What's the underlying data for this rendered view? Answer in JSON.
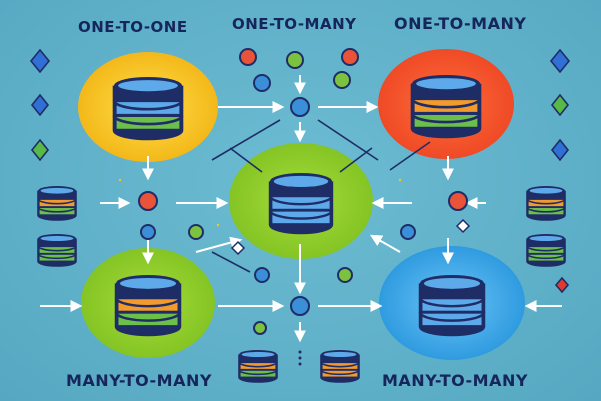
{
  "labels": {
    "top_left": "ONE-TO-ONE",
    "top_center": "ONE-TO-MANY",
    "top_right": "ONE-TO-MANY",
    "bottom_left": "MANY-TO-MANY",
    "bottom_right": "MANY-TO-MANY"
  },
  "colors": {
    "background": "#5fb0c9",
    "hub_yellow": "#f7c51e",
    "hub_orange": "#f4572c",
    "hub_green": "#8fcc2a",
    "hub_blue": "#3aa6e4",
    "db_navy": "#1f2d66",
    "db_blue": "#5da9e9",
    "db_orange": "#f39a2c",
    "db_green": "#6cc04a",
    "node_red": "#e8533a",
    "node_green": "#7cc241",
    "node_blue": "#3a8fd8",
    "arrow": "#ffffff",
    "diamond_blue": "#2f6fd6",
    "diamond_green": "#58b947",
    "diamond_red": "#e23a2f"
  }
}
